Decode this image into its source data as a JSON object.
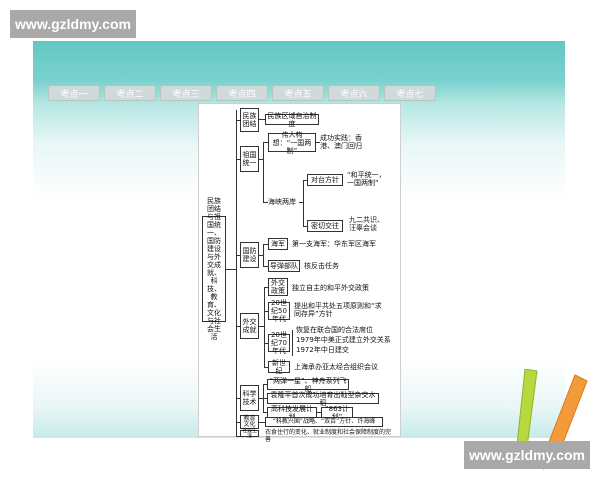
{
  "watermark": {
    "top": "www.gzldmy.com",
    "bottom": "www.gzldmy.com"
  },
  "tabs": [
    "考点一",
    "考点二",
    "考点三",
    "考点四",
    "考点五",
    "考点六",
    "考点七"
  ],
  "mindmap": {
    "root": "民族团结与祖国统一、国防建设与外交成就、科技、教育、文化与社会生活",
    "sections": {
      "minzu": {
        "label": "民族团结",
        "item": "民族区域自治制度"
      },
      "tongyi": {
        "label": "祖国统一",
        "wei_ren": "伟人构想：“一国两制”",
        "success": "成功实践：香港、澳门回归",
        "liang_an": "海峡两岸",
        "dui_tai": "对台方针",
        "dui_tai_detail": "“和平统一，一国两制”",
        "mi_qie": "密切交往",
        "mi_qie_detail": "九二共识、汪辜会谈"
      },
      "guofang": {
        "label": "国防建设",
        "hai_jun": "海军",
        "hai_jun_detail": "第一支海军：华东军区海军",
        "dao_dan": "导弹部队",
        "dao_dan_detail": "核反击任务"
      },
      "waijiao": {
        "label": "外交成就",
        "zhengce": "外交政策",
        "zhengce_detail": "独立自主的和平外交政策",
        "s50": "20世纪50年代",
        "s50_detail": "提出和平共处五项原则和“求同存异”方针",
        "s70": "20世纪70年代",
        "s70_detail_1": "恢复在联合国的合法席位",
        "s70_detail_2": "1979年中美正式建立外交关系",
        "s70_detail_3": "1972年中日建交",
        "xin": "新世纪",
        "xin_detail": "上海承办亚太经合组织会议"
      },
      "keji": {
        "label": "科学技术",
        "item_1": "“两弹一星”、神舟系列飞船",
        "item_2": "袁隆平首次成功培育出籼型杂交水稻",
        "item_3": "高科技发展计划",
        "item_3_detail": "“863计划”"
      },
      "jiaoyu": {
        "label": "教育文化",
        "item": "“科教兴国”战略、“双百”方针、许海峰"
      },
      "shehui": {
        "label": "社会生活",
        "item": "衣食住行的变化、就业制度和社会保障制度的完善"
      }
    }
  },
  "colors": {
    "teal": "#62c7c4",
    "tab": "#cfdad9",
    "watermark_bg": "#a9a9a9"
  },
  "decoration": [
    "green-pencil-icon",
    "orange-pencil-icon"
  ]
}
